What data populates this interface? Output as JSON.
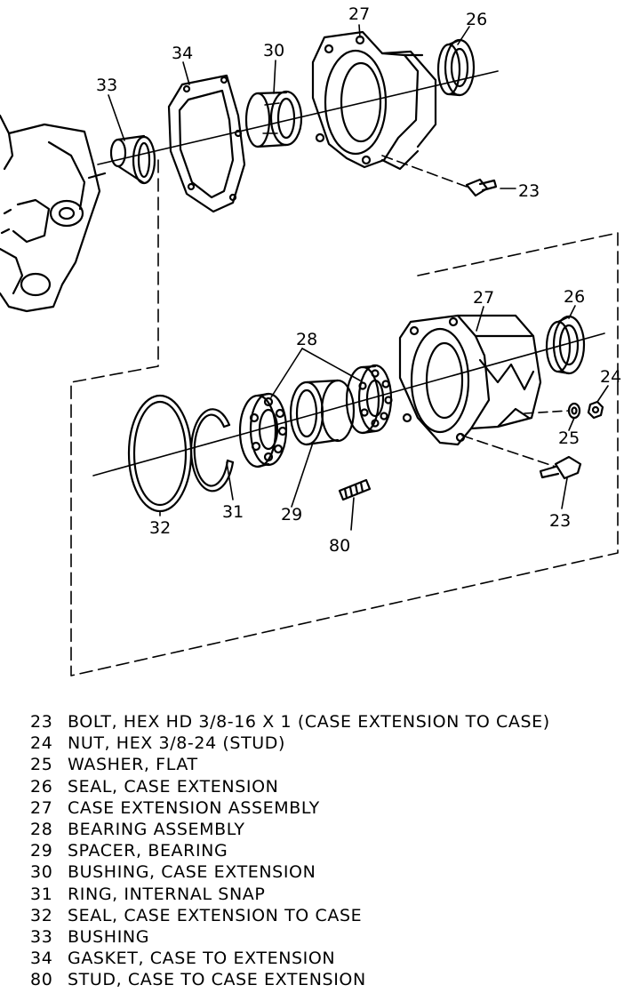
{
  "callouts": {
    "top": {
      "c27": "27",
      "c26": "26",
      "c34": "34",
      "c30": "30",
      "c33": "33",
      "c23": "23"
    },
    "bottom": {
      "c27": "27",
      "c26": "26",
      "c28": "28",
      "c24": "24",
      "c25": "25",
      "c32": "32",
      "c31": "31",
      "c29": "29",
      "c80": "80",
      "c23": "23"
    }
  },
  "legend": [
    {
      "num": "23",
      "desc": "BOLT, HEX HD 3/8-16 X 1 (CASE EXTENSION TO CASE)"
    },
    {
      "num": "24",
      "desc": "NUT, HEX 3/8-24 (STUD)"
    },
    {
      "num": "25",
      "desc": "WASHER, FLAT"
    },
    {
      "num": "26",
      "desc": "SEAL, CASE EXTENSION"
    },
    {
      "num": "27",
      "desc": "CASE EXTENSION ASSEMBLY"
    },
    {
      "num": "28",
      "desc": "BEARING ASSEMBLY"
    },
    {
      "num": "29",
      "desc": "SPACER, BEARING"
    },
    {
      "num": "30",
      "desc": "BUSHING, CASE EXTENSION"
    },
    {
      "num": "31",
      "desc": "RING, INTERNAL SNAP"
    },
    {
      "num": "32",
      "desc": "SEAL, CASE EXTENSION TO CASE"
    },
    {
      "num": "33",
      "desc": "BUSHING"
    },
    {
      "num": "34",
      "desc": "GASKET, CASE TO EXTENSION"
    },
    {
      "num": "80",
      "desc": "STUD, CASE TO CASE EXTENSION"
    }
  ]
}
